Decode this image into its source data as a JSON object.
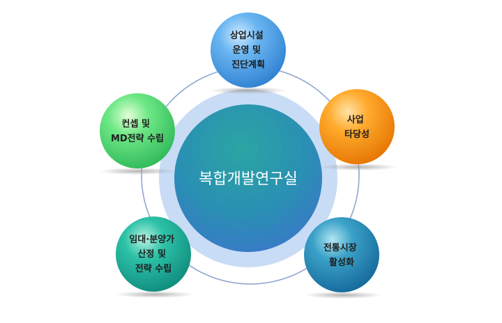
{
  "center": {
    "label": "복합개발연구실"
  },
  "nodes": [
    {
      "id": "top",
      "lines": [
        "상업시설",
        "운영 및",
        "진단계획"
      ]
    },
    {
      "id": "right",
      "lines": [
        "사업",
        "타당성"
      ]
    },
    {
      "id": "bottom-right",
      "lines": [
        "전통시장",
        "활성화"
      ]
    },
    {
      "id": "bottom-left",
      "lines": [
        "임대·분양가",
        "산정 및",
        "전략 수립"
      ]
    },
    {
      "id": "left",
      "lines": [
        "컨셉 및",
        "MD전략 수립"
      ]
    }
  ],
  "colors": {
    "orbit_ring": "#8fa5cf",
    "halo": "#c9dcf5",
    "center_light": "#2aa3a6",
    "center_dark": "#3a7fc8",
    "top_node": "#4e9fe6",
    "right_node": "#f88f12",
    "bottom_right_node": "#1f86b4",
    "bottom_left_node": "#1fae97",
    "left_node": "#53d67a"
  }
}
